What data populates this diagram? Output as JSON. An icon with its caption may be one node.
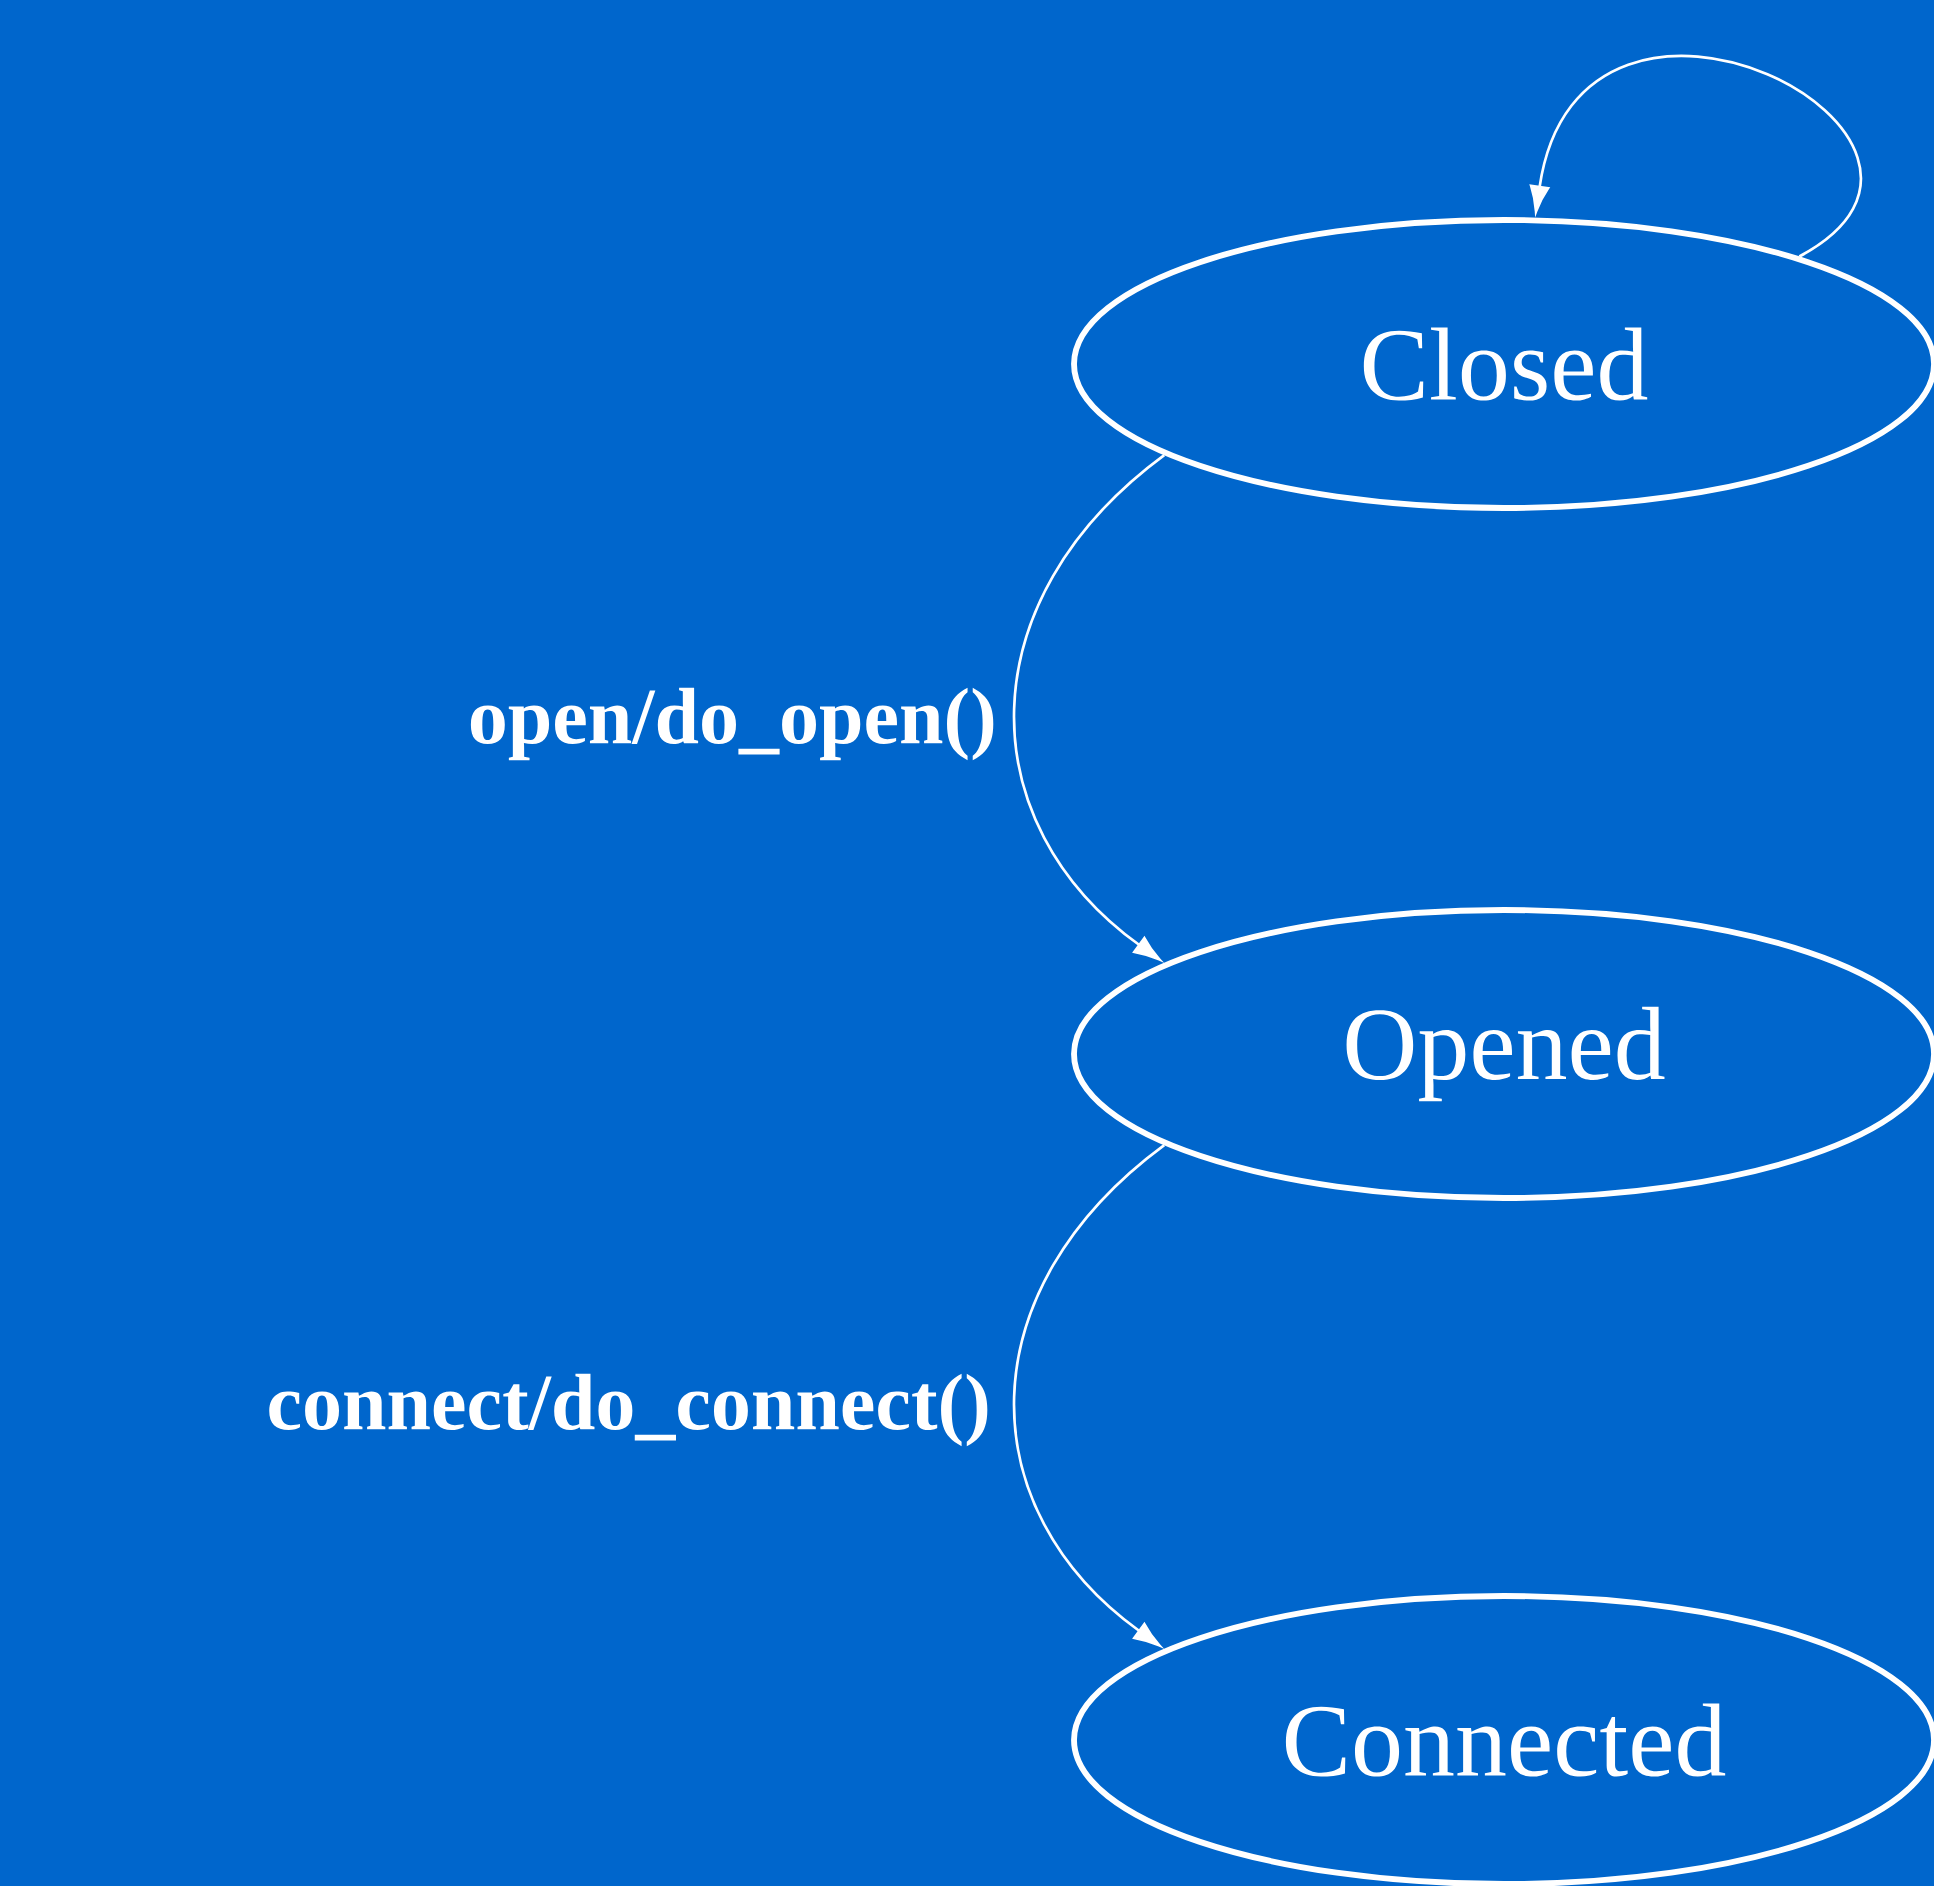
{
  "diagram": {
    "nodes": [
      {
        "text": [
          "Closed"
        ]
      },
      {
        "text": [
          "Opened"
        ]
      },
      {
        "text": [
          "Connected"
        ]
      }
    ],
    "edges": [
      {
        "from": 0,
        "to": 0,
        "arrow": "to"
      },
      {
        "from": 0,
        "to": 1,
        "arrow": "to",
        "label": "open/do_open()"
      },
      {
        "from": 1,
        "to": 2,
        "arrow": "to",
        "label": "connect/do_connect()"
      }
    ]
  }
}
